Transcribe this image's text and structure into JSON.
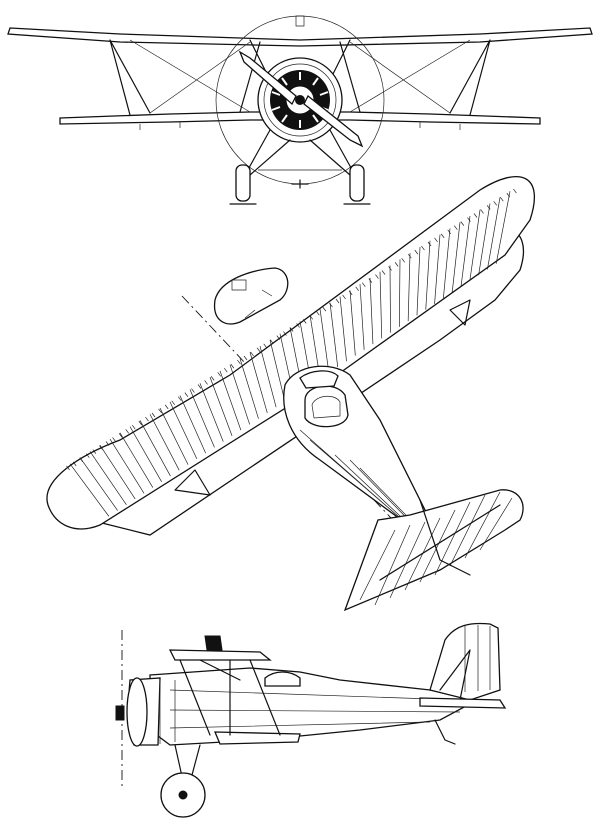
{
  "drawing": {
    "views": [
      "front",
      "top",
      "side"
    ],
    "line_color": "#111111",
    "background": "#ffffff"
  }
}
